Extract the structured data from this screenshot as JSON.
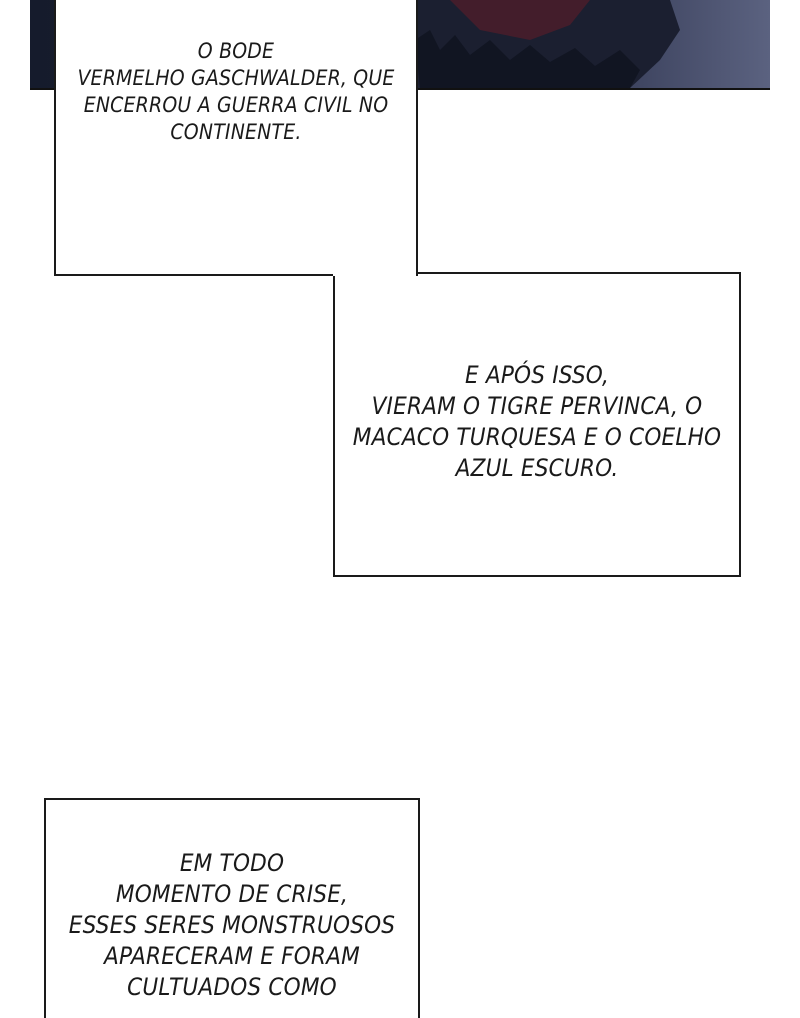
{
  "panel_art": {
    "colors": {
      "dark": "#151b2c",
      "mid": "#343a55",
      "light": "#5b6280",
      "accent": "#4a1d2a"
    }
  },
  "captions": [
    {
      "lines": [
        "O BODE",
        "VERMELHO GASCHWALDER, QUE",
        "ENCERROU A GUERRA CIVIL NO",
        "CONTINENTE."
      ]
    },
    {
      "lines": [
        "E APÓS ISSO,",
        "VIERAM O TIGRE PERVINCA, O",
        "MACACO TURQUESA E O COELHO",
        "AZUL ESCURO."
      ]
    },
    {
      "lines": [
        "EM TODO",
        "MOMENTO DE CRISE,",
        "ESSES SERES MONSTRUOSOS",
        "APARECERAM E FORAM",
        "CULTUADOS COMO"
      ]
    }
  ]
}
